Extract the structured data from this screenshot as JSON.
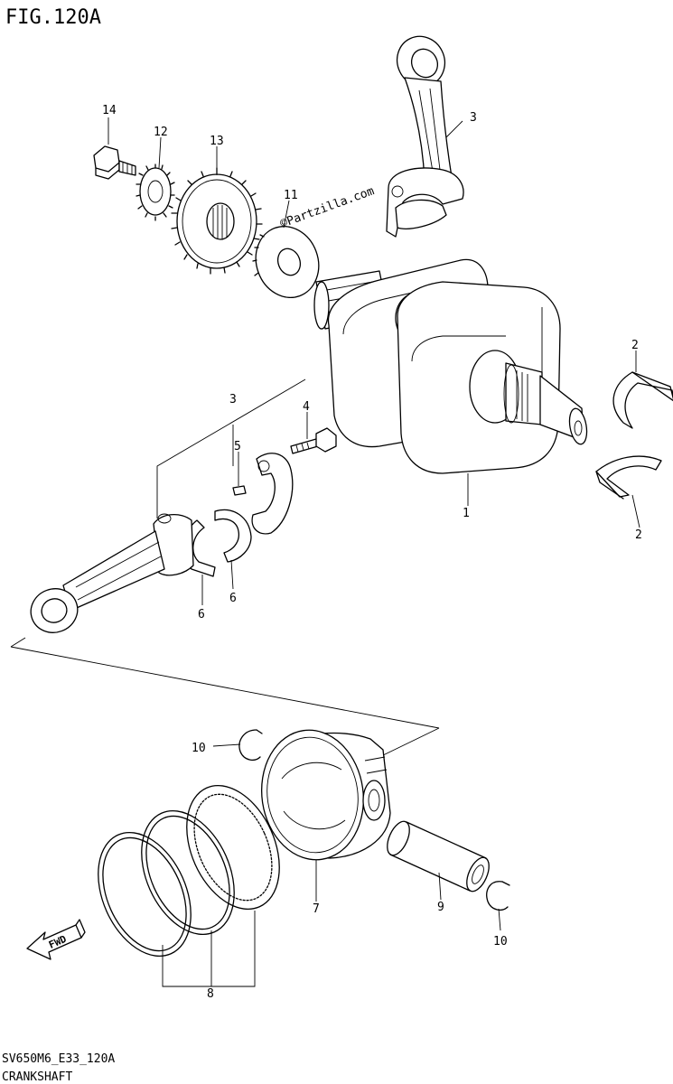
{
  "header": {
    "figure_title": "FIG.120A"
  },
  "watermark": {
    "text": "©Partzilla.com"
  },
  "callouts": {
    "c1": "1",
    "c2a": "2",
    "c2b": "2",
    "c3a": "3",
    "c3b": "3",
    "c4": "4",
    "c5": "5",
    "c6a": "6",
    "c6b": "6",
    "c7": "7",
    "c8": "8",
    "c9": "9",
    "c10a": "10",
    "c10b": "10",
    "c11": "11",
    "c12": "12",
    "c13": "13",
    "c14": "14"
  },
  "fwd_arrow": {
    "label": "FWD"
  },
  "footer": {
    "code": "SV650M6_E33_120A",
    "caption": "CRANKSHAFT"
  }
}
